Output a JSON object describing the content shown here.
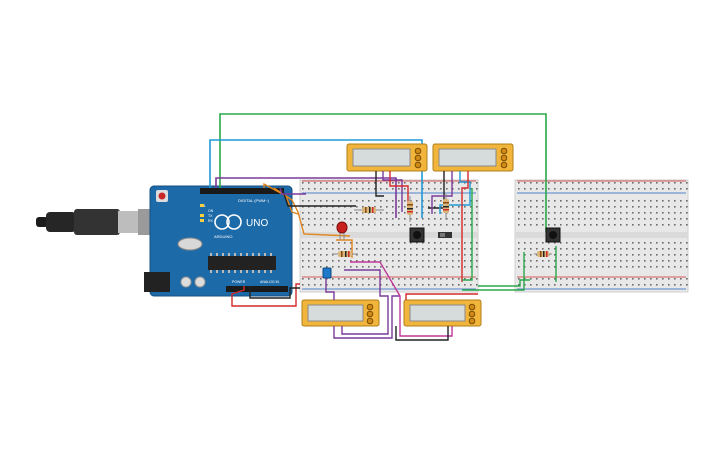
{
  "arduino": {
    "brand": "UNO",
    "logo_text": "ARDUINO",
    "digital_header": "DIGITAL (PWM~)",
    "power_header": "POWER",
    "analog_header": "ANALOG IN",
    "on_label": "ON",
    "tx_label": "TX",
    "rx_label": "RX",
    "l_label": "L"
  },
  "colors": {
    "board_blue": "#1d6aa8",
    "breadboard": "#e8e8e8",
    "wire_green": "#2aa84a",
    "wire_blue": "#1f9bd6",
    "wire_purple": "#7a3a9a",
    "wire_red": "#d42a2a",
    "wire_black": "#222222",
    "wire_orange": "#e0861f",
    "wire_magenta": "#c0389a",
    "lcd_yellow": "#f0b53a",
    "lcd_screen": "#d6dbdc",
    "led_red": "#c8201e"
  },
  "components": {
    "lcds": 4,
    "pushbuttons": 2,
    "resistors": 5,
    "led": 1
  }
}
